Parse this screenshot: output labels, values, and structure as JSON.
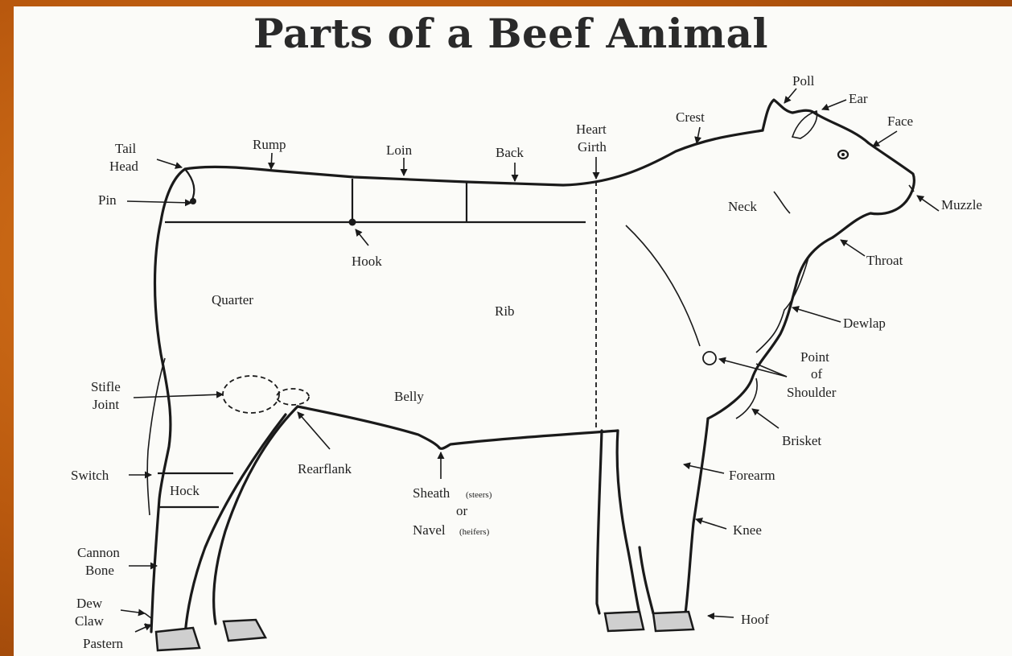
{
  "title": "Parts of a Beef Animal",
  "labels": {
    "poll": "Poll",
    "ear": "Ear",
    "face": "Face",
    "crest": "Crest",
    "heart": "Heart",
    "girth": "Girth",
    "tail": "Tail",
    "head": "Head",
    "rump": "Rump",
    "loin": "Loin",
    "back": "Back",
    "pin": "Pin",
    "neck": "Neck",
    "muzzle": "Muzzle",
    "hook": "Hook",
    "throat": "Throat",
    "quarter": "Quarter",
    "rib": "Rib",
    "dewlap": "Dewlap",
    "point": "Point",
    "of": "of",
    "shoulder": "Shoulder",
    "stifle": "Stifle",
    "joint": "Joint",
    "belly": "Belly",
    "brisket": "Brisket",
    "switch": "Switch",
    "hock": "Hock",
    "rearflank": "Rearflank",
    "sheath": "Sheath",
    "sheath_note": "(steers)",
    "or": "or",
    "navel": "Navel",
    "navel_note": "(heifers)",
    "forearm": "Forearm",
    "cannon": "Cannon",
    "bone": "Bone",
    "knee": "Knee",
    "dew": "Dew",
    "claw": "Claw",
    "hoof": "Hoof",
    "pastern": "Pastern"
  }
}
